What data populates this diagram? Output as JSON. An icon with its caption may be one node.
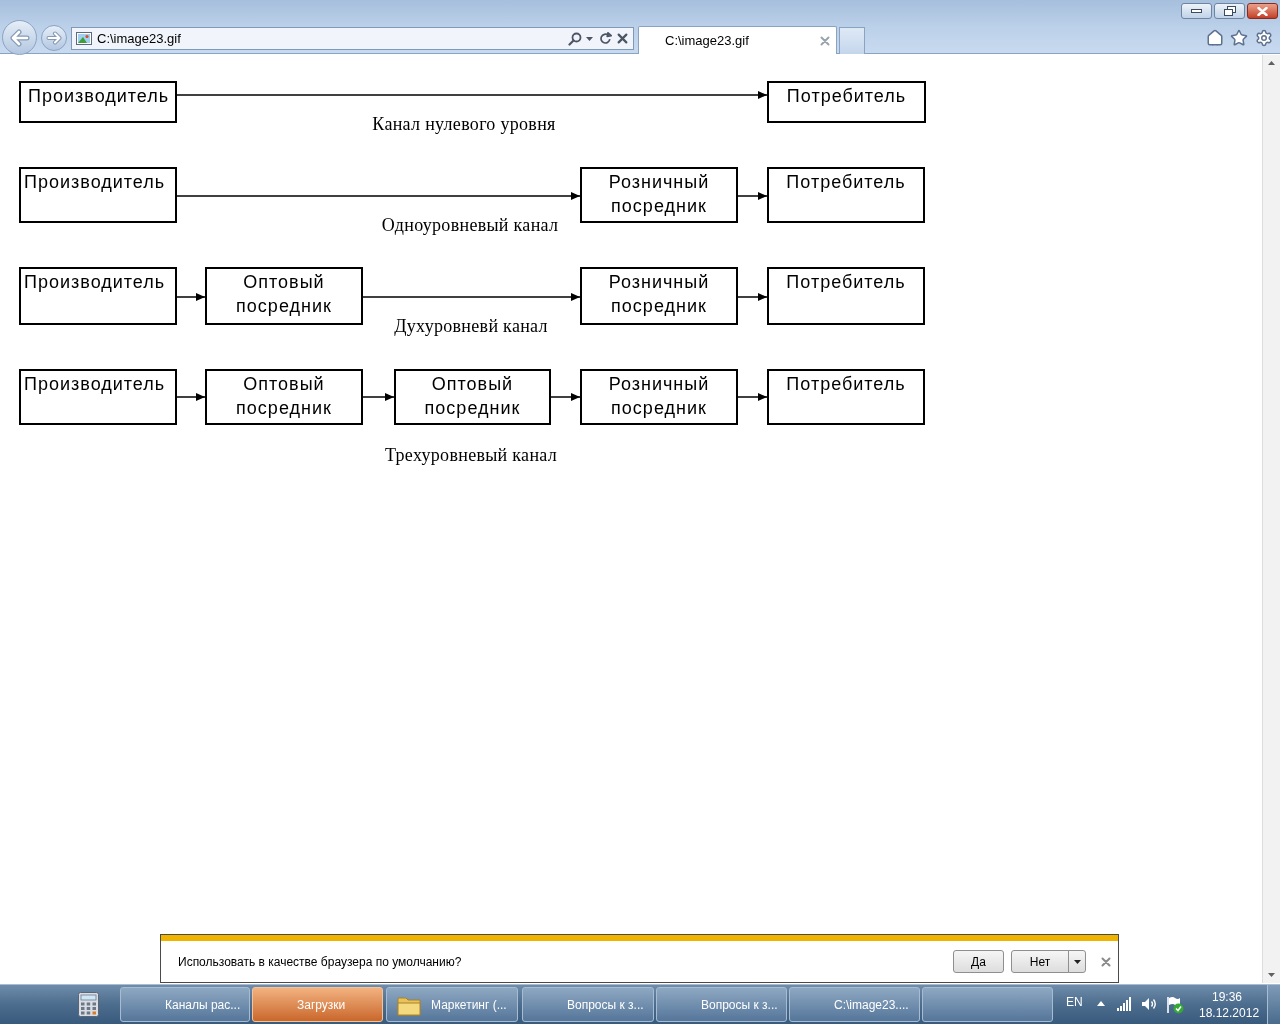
{
  "diagram": {
    "nodes": [
      {
        "text": [
          "Производитель"
        ]
      },
      {
        "text": [
          "Потребитель"
        ]
      },
      {
        "text": [
          "Производитель"
        ]
      },
      {
        "text": [
          "Розничный посредник"
        ]
      },
      {
        "text": [
          "Потребитель"
        ]
      },
      {
        "text": [
          "Производитель"
        ]
      },
      {
        "text": [
          "Оптовый посредник"
        ]
      },
      {
        "text": [
          "Розничный посредник"
        ]
      },
      {
        "text": [
          "Потребитель"
        ]
      },
      {
        "text": [
          "Производитель"
        ]
      },
      {
        "text": [
          "Оптовый посредник"
        ]
      },
      {
        "text": [
          "Оптовый посредник"
        ]
      },
      {
        "text": [
          "Розничный посредник"
        ]
      },
      {
        "text": [
          "Потребитель"
        ]
      }
    ],
    "edges": [
      {
        "from": 0,
        "to": 1,
        "arrow": "to"
      },
      {
        "from": 2,
        "to": 3,
        "arrow": "to"
      },
      {
        "from": 3,
        "to": 4,
        "arrow": "to"
      },
      {
        "from": 5,
        "to": 6,
        "arrow": "to"
      },
      {
        "from": 6,
        "to": 7,
        "arrow": "to"
      },
      {
        "from": 7,
        "to": 8,
        "arrow": "to"
      },
      {
        "from": 9,
        "to": 10,
        "arrow": "to"
      },
      {
        "from": 10,
        "to": 11,
        "arrow": "to"
      },
      {
        "from": 11,
        "to": 12,
        "arrow": "to"
      },
      {
        "from": 12,
        "to": 13,
        "arrow": "to"
      }
    ],
    "labels": [
      "C:\\image23.gif",
      "C:\\image23.gif",
      "Канал нулевого уровня",
      "Одноуровневый канал",
      "Духуровневй канал",
      "Трехуровневый канал",
      "Использовать в качестве браузера по умолчанию?",
      "Да",
      "Нет",
      "Каналы рас...",
      "Загрузки",
      "Маркетинг (...",
      "Вопросы к з...",
      "Вопросы к з...",
      "C:\\image23....",
      "EN",
      "19:36",
      "18.12.2012"
    ]
  }
}
